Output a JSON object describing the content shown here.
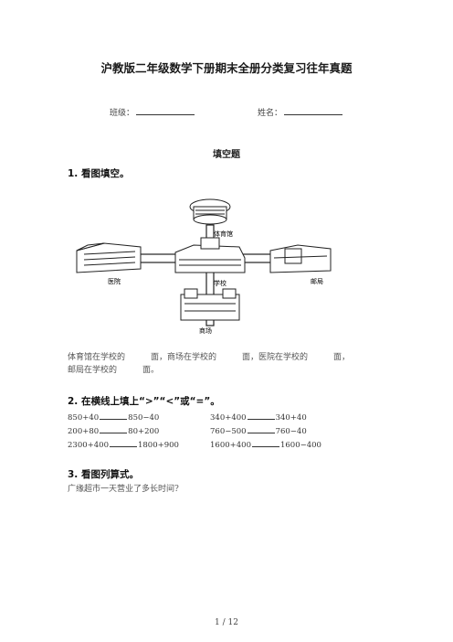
{
  "doc": {
    "title": "沪教版二年级数学下册期末全册分类复习往年真题",
    "class_label": "班级：",
    "name_label": "姓名：",
    "section_title": "填空题",
    "q1": {
      "heading": "1.  看图填空。",
      "map_labels": {
        "gym": "体育馆",
        "hospital": "医院",
        "school": "学校",
        "post": "邮局",
        "mall": "商场"
      },
      "line1": [
        "体育馆在学校的",
        "面，商场在学校的",
        "面，医院在学校的",
        "面，"
      ],
      "line2": [
        "邮局在学校的",
        "面。"
      ]
    },
    "q2": {
      "heading": "2.  在横线上填上“>”“<”或“=”。",
      "rows": [
        {
          "a1": "850+40",
          "a2": "850−40",
          "b1": "340+400",
          "b2": "340+40"
        },
        {
          "a1": "200+80",
          "a2": "80+200",
          "b1": "760−500",
          "b2": "760−40"
        },
        {
          "a1": "2300+400",
          "a2": "1800+900",
          "b1": "1600+400",
          "b2": "1600−400"
        }
      ]
    },
    "q3": {
      "heading": "3.  看图列算式。",
      "text": "广缘超市一天营业了多长时间?"
    },
    "footer": "1  /  12"
  }
}
